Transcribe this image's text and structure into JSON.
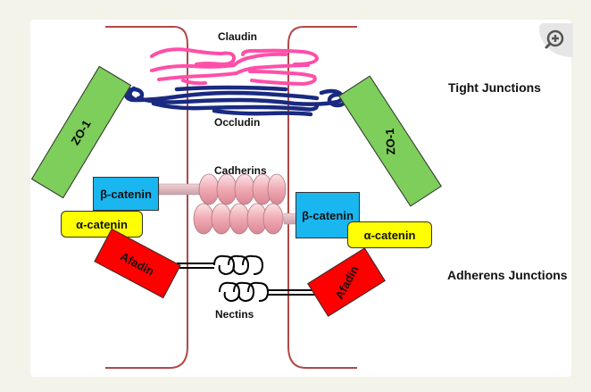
{
  "labels": {
    "claudin": "Claudin",
    "occludin": "Occludin",
    "cadherins": "Cadherins",
    "nectins": "Nectins",
    "tight_junctions": "Tight Junctions",
    "adherens_junctions": "Adherens Junctions"
  },
  "proteins": {
    "zo1_left": "ZO-1",
    "zo1_right": "ZO-1",
    "beta_catenin_left": "β-catenin",
    "beta_catenin_right": "β-catenin",
    "alpha_catenin_left": "α-catenin",
    "alpha_catenin_right": "α-catenin",
    "afadin_left": "Afadin",
    "afadin_right": "Afadin"
  },
  "colors": {
    "membrane": "#b04848",
    "claudin": "#ff4fa8",
    "occludin": "#1a2a80",
    "zo1": "#7dce5a",
    "beta_catenin": "#1ab6f0",
    "alpha_catenin": "#ffff00",
    "afadin": "#ff0000",
    "cadherin": "#f4b8c0",
    "nectin": "#000000"
  },
  "icons": {
    "zoom": "zoom-in-icon"
  }
}
